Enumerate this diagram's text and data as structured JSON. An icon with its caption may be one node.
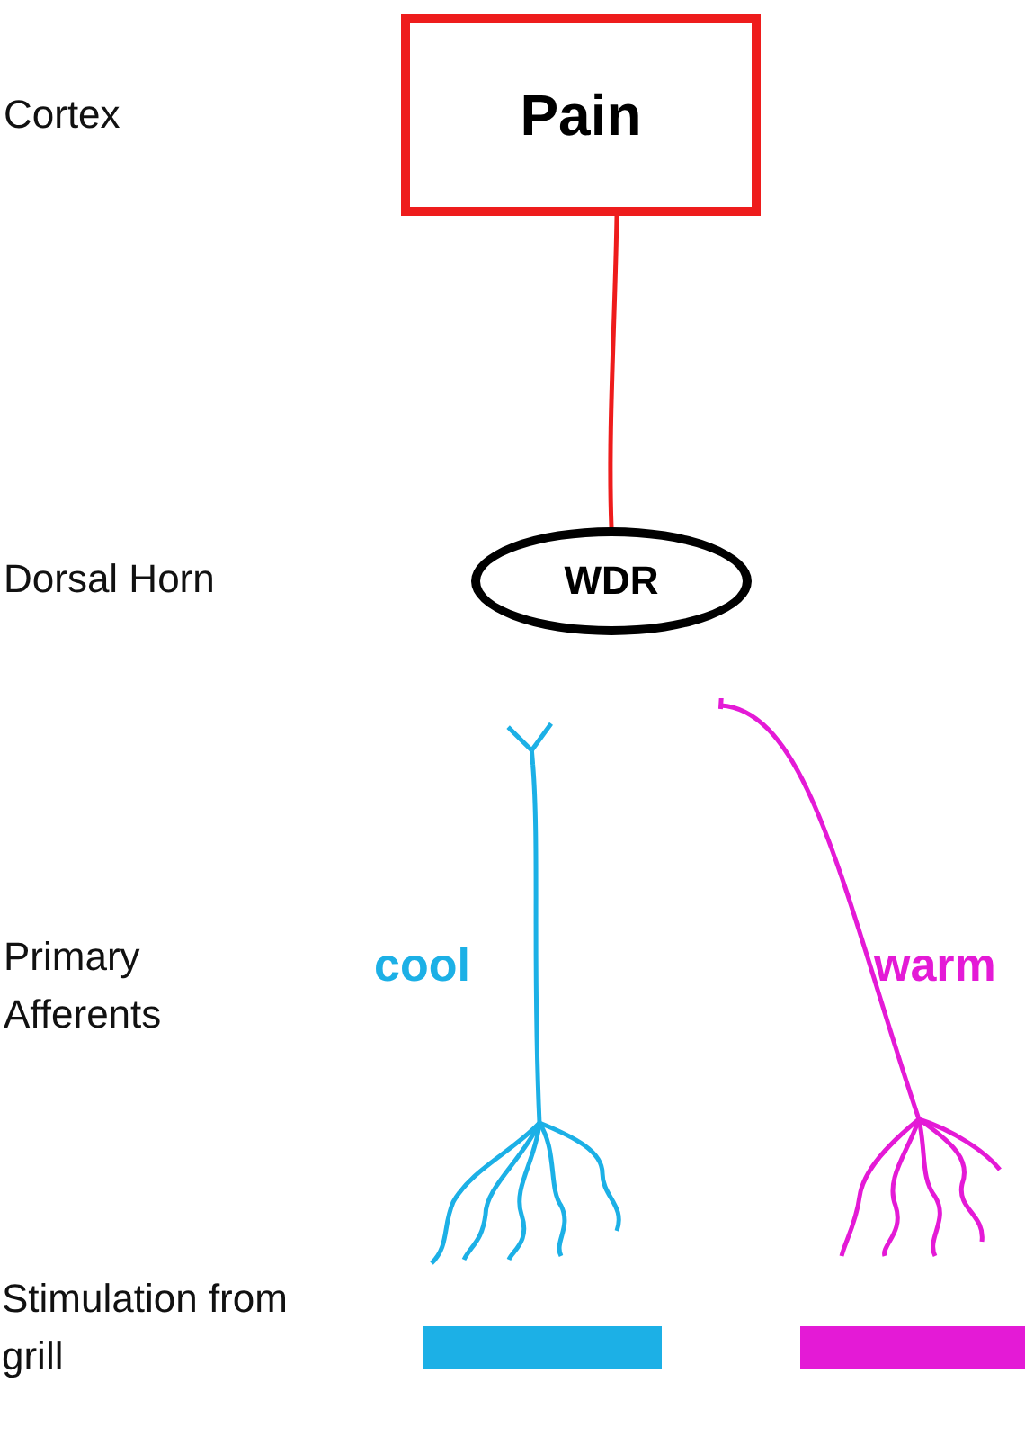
{
  "diagram": {
    "nodes": [
      {
        "text": [
          "Pain"
        ]
      },
      {
        "text": [
          "WDR"
        ]
      },
      {
        "text": [],
        "shape": "picture"
      },
      {
        "text": [],
        "shape": "picture"
      },
      {
        "text": [],
        "shape": "bar"
      },
      {
        "text": [],
        "shape": "bar"
      }
    ],
    "edges": [
      {
        "from": 0,
        "to": 1,
        "arrow": "none",
        "color": "#ee1c1c"
      },
      {
        "from": 2,
        "to": 1,
        "arrow": "other",
        "label": "cool",
        "color": "#1cb0e6"
      },
      {
        "from": 3,
        "to": 1,
        "arrow": "other",
        "label": "warm",
        "color": "#e41ad6"
      }
    ],
    "labels": [
      "Cortex",
      "Dorsal Horn",
      "Primary Afferents",
      "Stimulation from grill"
    ]
  }
}
